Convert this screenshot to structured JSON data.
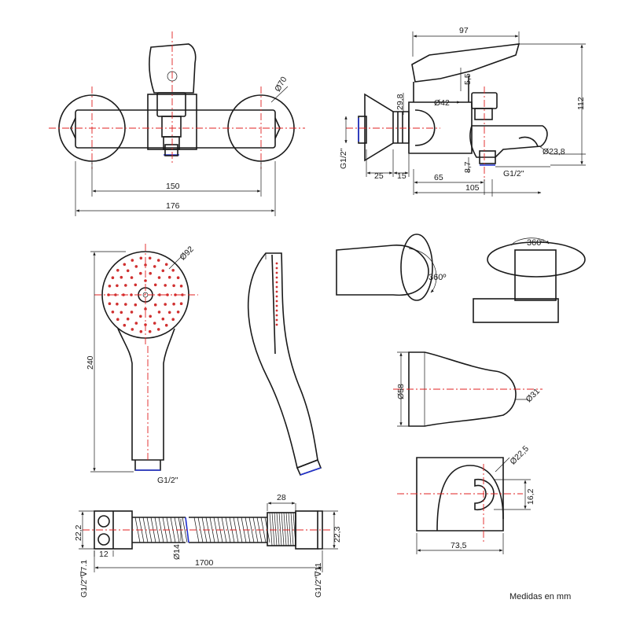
{
  "note": "Medidas en mm",
  "front_view": {
    "dia": "Ø70",
    "width_inner": "150",
    "width_outer": "176"
  },
  "side_view": {
    "top": "97",
    "height": "112",
    "d1": "5,5",
    "d2": "29,8",
    "dia_body": "Ø42",
    "thread_left": "G1/2\"",
    "d25": "25",
    "d15": "15",
    "d87": "8,7",
    "thread_right": "G1/2\"",
    "dia_spout": "Ø23,8",
    "d65": "65",
    "d105": "105"
  },
  "handshower": {
    "dia": "Ø92",
    "length": "240",
    "thread": "G1/2\""
  },
  "rotation": {
    "label_a": "360º",
    "label_b": "360º"
  },
  "holder_side": {
    "dia_a": "Ø58",
    "dia_b": "Ø31"
  },
  "holder_front": {
    "dia": "Ø22,5",
    "d162": "16,2",
    "width": "73,5"
  },
  "hose": {
    "d222_left": "22,2",
    "d12": "12",
    "thread_left": "G1/2\"∇7.1",
    "dia_hose": "Ø14",
    "length": "1700",
    "nut": "28",
    "d223_right": "22,3",
    "thread_right": "G1/2\"∇11"
  }
}
